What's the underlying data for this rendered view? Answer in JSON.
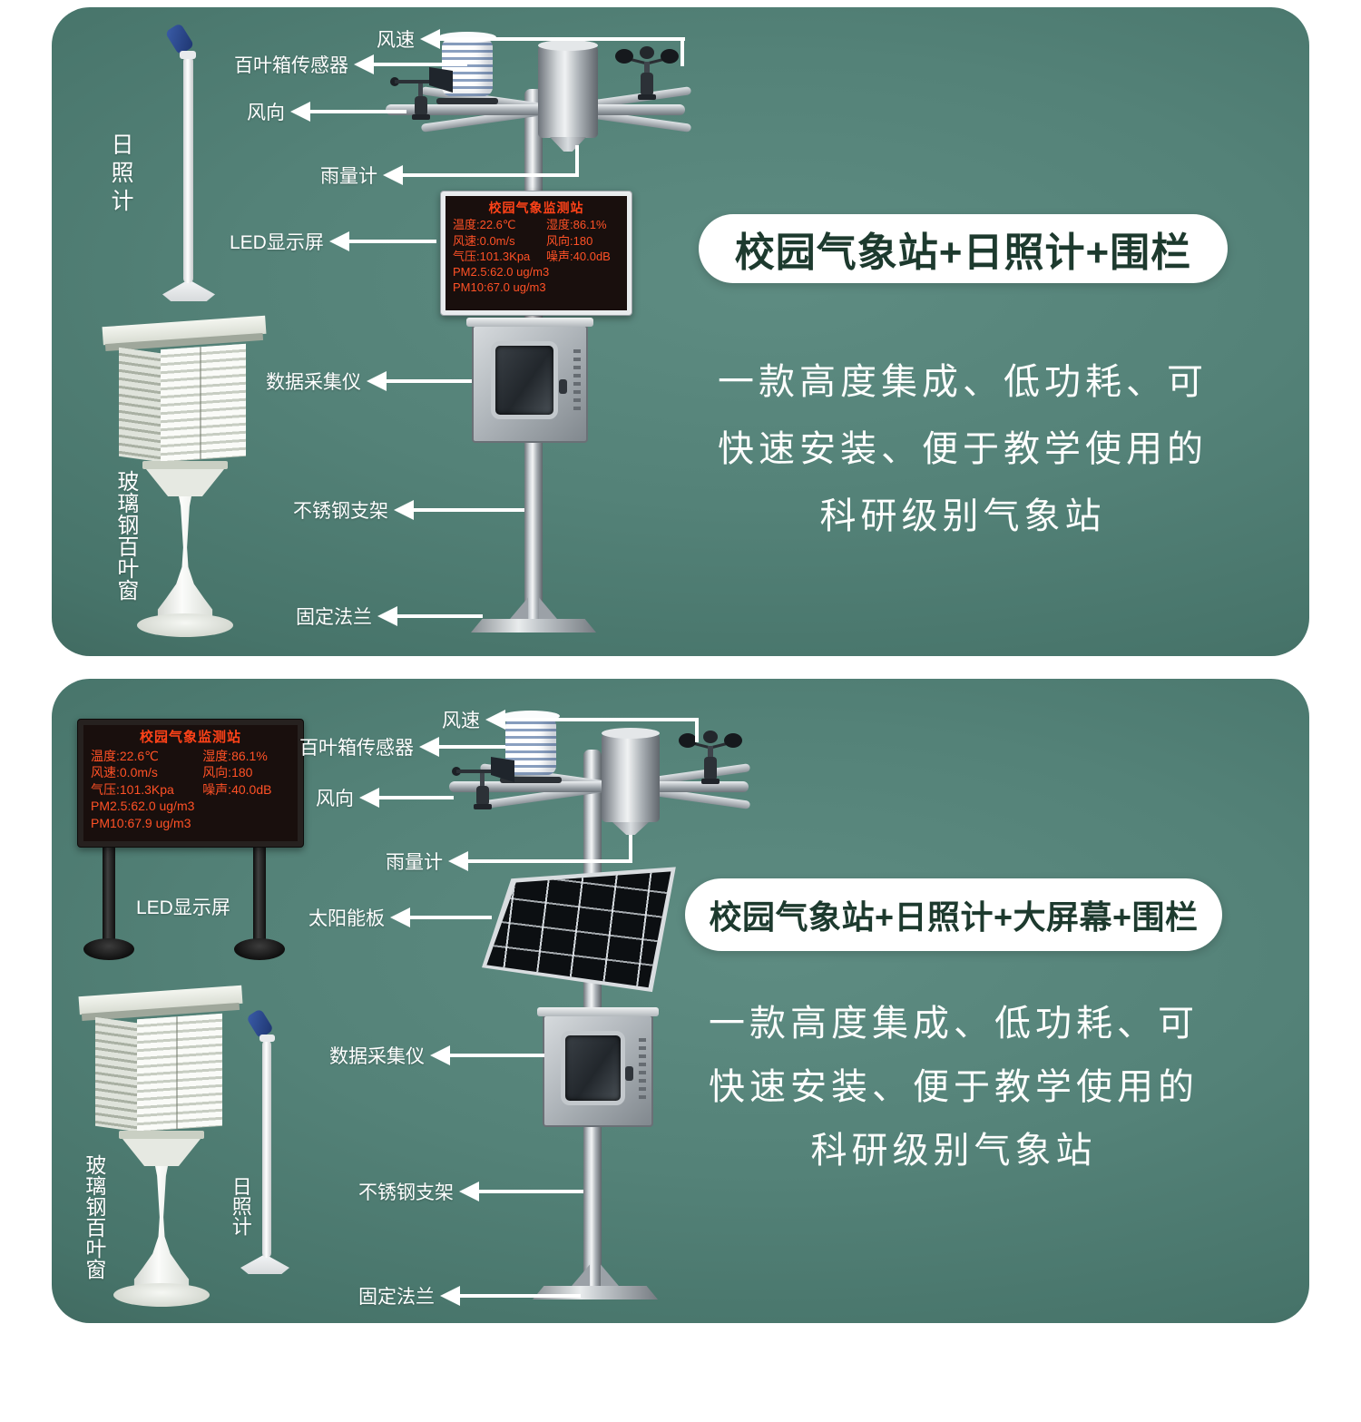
{
  "colors": {
    "card_bg_center": "#5e8c82",
    "card_bg_edge": "#2f5148",
    "pill_bg": "#ffffff",
    "pill_text": "#1d3a2e",
    "label_text": "#ffffff",
    "led_bg": "#190f0d",
    "led_text": "#ff5126"
  },
  "panels": [
    {
      "title": "校园气象站+日照计+围栏",
      "description": [
        "一款高度集成、低功耗、可",
        "快速安装、便于教学使用的",
        "科研级别气象站"
      ],
      "side_labels": {
        "sunshine_meter": "日照计",
        "louver_box": "玻璃钢百叶窗"
      },
      "callouts": {
        "wind_speed": "风速",
        "louver_sensor": "百叶箱传感器",
        "wind_direction": "风向",
        "rain_gauge": "雨量计",
        "led_screen": "LED显示屏",
        "data_logger": "数据采集仪",
        "steel_bracket": "不锈钢支架",
        "flange": "固定法兰"
      },
      "led": {
        "title": "校园气象监测站",
        "r1l": "温度:22.6℃",
        "r1r": "湿度:86.1%",
        "r2l": "风速:0.0m/s",
        "r2r": "风向:180",
        "r3l": "气压:101.3Kpa",
        "r3r": "噪声:40.0dB",
        "r4": "PM2.5:62.0 ug/m3",
        "r5": "PM10:67.0 ug/m3"
      }
    },
    {
      "title": "校园气象站+日照计+大屏幕+围栏",
      "description": [
        "一款高度集成、低功耗、可",
        "快速安装、便于教学使用的",
        "科研级别气象站"
      ],
      "side_labels": {
        "sunshine_meter": "日照计",
        "louver_box": "玻璃钢百叶窗"
      },
      "callouts": {
        "wind_speed": "风速",
        "louver_sensor": "百叶箱传感器",
        "wind_direction": "风向",
        "rain_gauge": "雨量计",
        "led_screen": "LED显示屏",
        "solar_panel": "太阳能板",
        "data_logger": "数据采集仪",
        "steel_bracket": "不锈钢支架",
        "flange": "固定法兰"
      },
      "led": {
        "title": "校园气象监测站",
        "r1l": "温度:22.6℃",
        "r1r": "湿度:86.1%",
        "r2l": "风速:0.0m/s",
        "r2r": "风向:180",
        "r3l": "气压:101.3Kpa",
        "r3r": "噪声:40.0dB",
        "r4": "PM2.5:62.0 ug/m3",
        "r5": "PM10:67.9 ug/m3"
      }
    }
  ]
}
